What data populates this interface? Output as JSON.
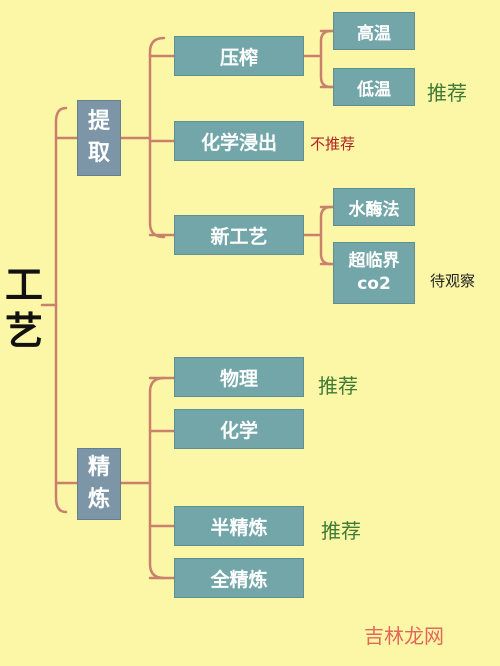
{
  "root": {
    "chars": [
      "工",
      "艺"
    ]
  },
  "branches": {
    "extract": {
      "chars": [
        "提",
        "取"
      ]
    },
    "refine": {
      "chars": [
        "精",
        "炼"
      ]
    }
  },
  "nodes": {
    "press": "压榨",
    "high_temp": "高温",
    "low_temp": "低温",
    "chemical_leach": "化学浸出",
    "new_process": "新工艺",
    "aqueous_enzyme": "水酶法",
    "supercritical_line1": "超临界",
    "supercritical_line2": "co2",
    "physical": "物理",
    "chemical": "化学",
    "semi_refined": "半精炼",
    "fully_refined": "全精炼"
  },
  "notes": {
    "low_temp": "推荐",
    "chemical_leach": "不推荐",
    "supercritical": "待观察",
    "physical": "推荐",
    "semi_refined": "推荐"
  },
  "colors": {
    "background": "#fbf7a6",
    "node_fill": "#72a6a8",
    "branch_fill": "#7c96a7",
    "connector": "#c9806d",
    "recommend": "#3f7a36",
    "not_recommend": "#b22222",
    "observe": "#222222"
  },
  "watermark": "吉林龙网"
}
